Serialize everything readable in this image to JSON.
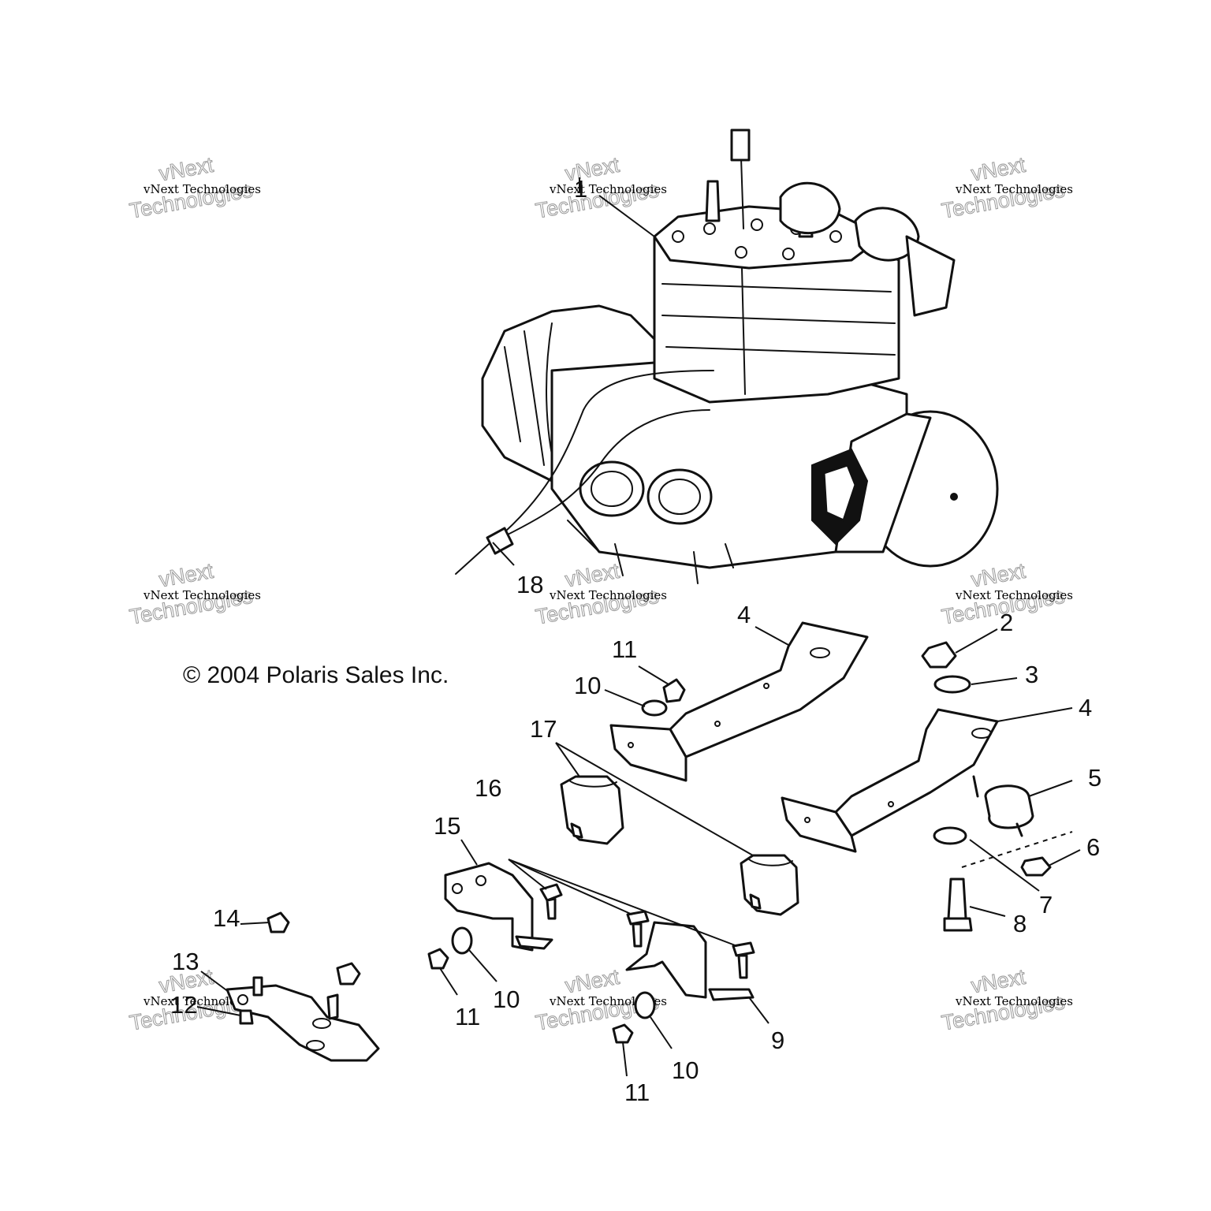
{
  "copyright": "© 2004 Polaris Sales Inc.",
  "watermark": {
    "brand": "vNext",
    "company": "vNext Technologies",
    "word": "Technologies"
  },
  "callouts": [
    "1",
    "2",
    "3",
    "4",
    "4",
    "5",
    "6",
    "7",
    "8",
    "9",
    "10",
    "10",
    "10",
    "11",
    "11",
    "11",
    "12",
    "13",
    "14",
    "15",
    "16",
    "17",
    "18"
  ]
}
